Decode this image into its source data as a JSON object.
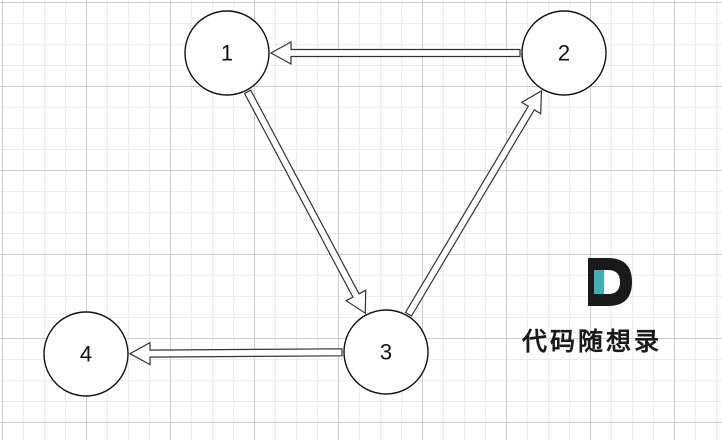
{
  "nodes": [
    {
      "id": "1",
      "label": "1"
    },
    {
      "id": "2",
      "label": "2"
    },
    {
      "id": "3",
      "label": "3"
    },
    {
      "id": "4",
      "label": "4"
    }
  ],
  "edges": [
    {
      "from": "2",
      "to": "1"
    },
    {
      "from": "1",
      "to": "3"
    },
    {
      "from": "3",
      "to": "2"
    },
    {
      "from": "3",
      "to": "4"
    }
  ],
  "watermark": {
    "text": "代码随想录",
    "logo_colors": {
      "dark": "#1a1a1a",
      "accent": "#3fb0b4"
    }
  },
  "colors": {
    "grid_major": "#cfcfcf",
    "grid_minor": "#ececec",
    "stroke": "#111111",
    "background": "#ffffff"
  }
}
